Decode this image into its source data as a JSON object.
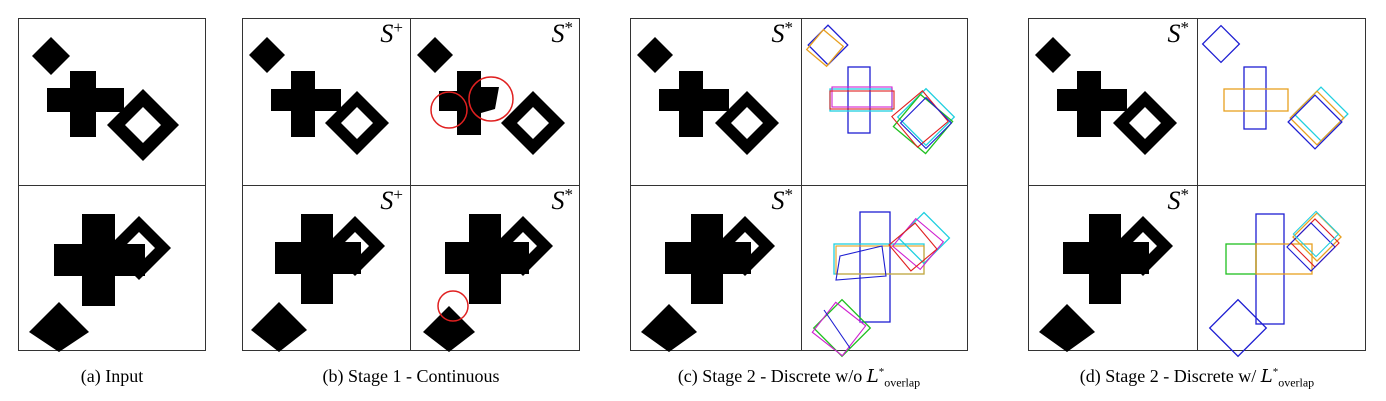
{
  "captions": {
    "a": "(a) Input",
    "b": "(b) Stage 1 - Continuous",
    "c_prefix": "(c) Stage 2 - Discrete w/o ",
    "d_prefix": "(d) Stage 2 - Discrete w/ ",
    "loss_symbol": "L",
    "loss_sup": "*",
    "loss_sub": "overlap"
  },
  "labels": {
    "s": "S",
    "plus": "+",
    "star": "*"
  },
  "colors": {
    "outline": "#333333",
    "shape_fill": "#000000",
    "highlight_circle": "#e02020",
    "box_colors": [
      "#1e1ed2",
      "#e8a020",
      "#20c020",
      "#e02020",
      "#20d0e0",
      "#d020d0"
    ]
  }
}
